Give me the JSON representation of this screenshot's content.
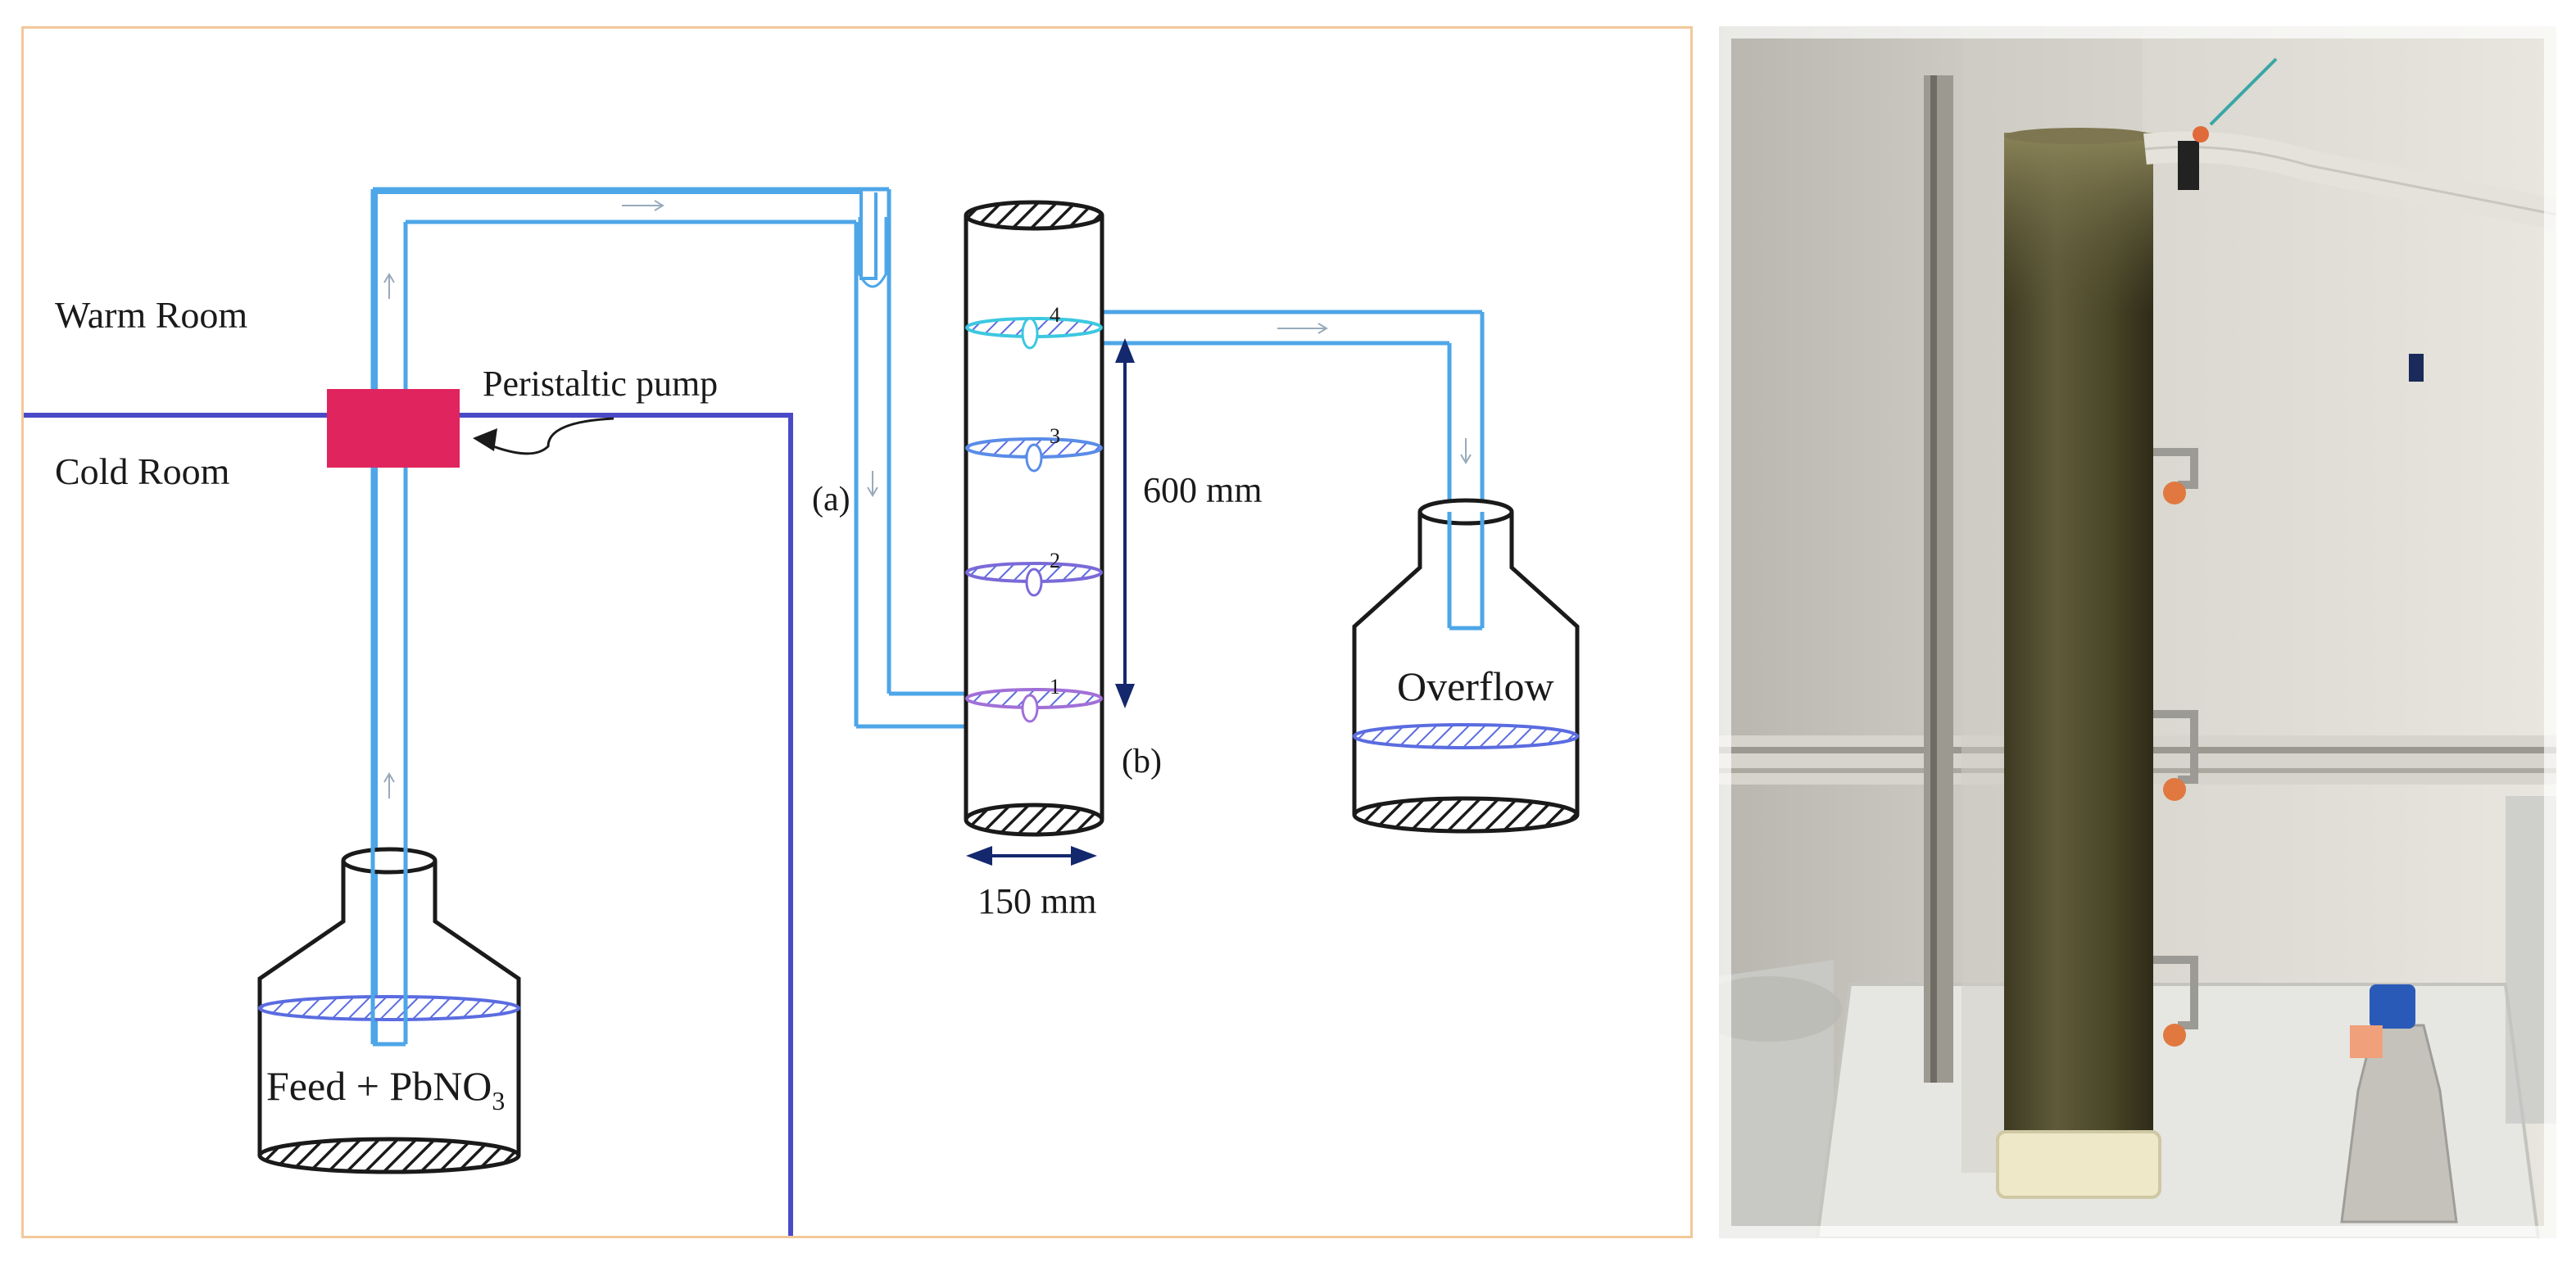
{
  "diagram": {
    "labels": {
      "warm_room": "Warm Room",
      "cold_room": "Cold Room",
      "pump": "Peristaltic pump",
      "label_a": "(a)",
      "label_b": "(b)",
      "height": "600 mm",
      "diameter": "150 mm",
      "overflow": "Overflow",
      "feed": "Feed + PbNO",
      "feed_subscript": "3"
    },
    "ports": [
      "1",
      "2",
      "3",
      "4"
    ],
    "colors": {
      "tube": "#4da6e8",
      "tube_fill": "#ffffff",
      "room_divider": "#4a4ac8",
      "pump": "#e0245e",
      "frame": "#f3c89a",
      "dimension_arrow": "#14286e",
      "vessel": "#1a1a1a",
      "port_cyan": "#3cc8e0",
      "port_blue": "#5a8ce8",
      "port_purple": "#7a6ad8",
      "port_violet": "#a070d8"
    }
  },
  "photo": {
    "icon": "reactor-column-photo"
  }
}
